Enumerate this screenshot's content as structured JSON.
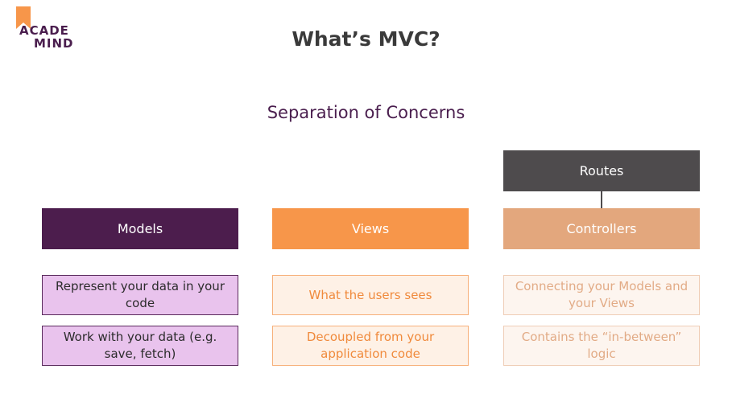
{
  "logo": {
    "line1": "ACADE",
    "line2": "MIND",
    "colors": {
      "ribbon": "#f7964a",
      "text": "#4a1e4e"
    }
  },
  "slide": {
    "title": "What’s MVC?",
    "subtitle": "Separation of Concerns"
  },
  "routes": {
    "label": "Routes"
  },
  "columns": [
    {
      "header": "Models",
      "items": [
        "Represent your data in your code",
        "Work with your data (e.g. save, fetch)"
      ]
    },
    {
      "header": "Views",
      "items": [
        "What the users sees",
        "Decoupled from your application code"
      ]
    },
    {
      "header": "Controllers",
      "items": [
        "Connecting your Models and your Views",
        "Contains the “in-between” logic"
      ]
    }
  ],
  "colors": {
    "models": "#4c1d4d",
    "views": "#f7964a",
    "controllers": "#e3a77d",
    "routes": "#4e4b4d"
  }
}
